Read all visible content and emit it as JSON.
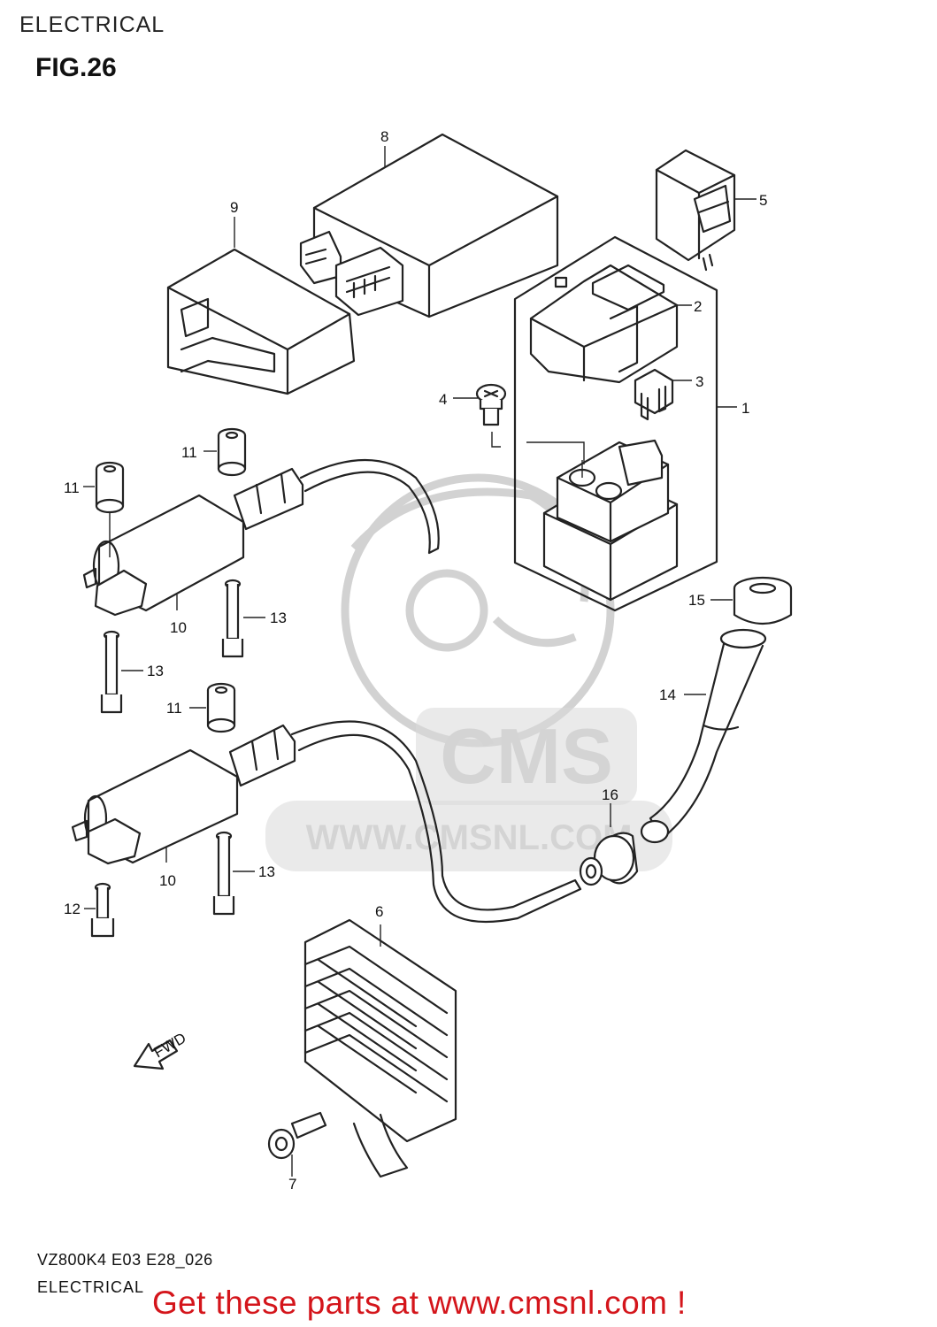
{
  "header": {
    "section": "ELECTRICAL",
    "figure": "FIG.26"
  },
  "callouts": [
    {
      "key": "c1",
      "label": "1"
    },
    {
      "key": "c2",
      "label": "2"
    },
    {
      "key": "c3",
      "label": "3"
    },
    {
      "key": "c4",
      "label": "4"
    },
    {
      "key": "c5",
      "label": "5"
    },
    {
      "key": "c6",
      "label": "6"
    },
    {
      "key": "c7",
      "label": "7"
    },
    {
      "key": "c8",
      "label": "8"
    },
    {
      "key": "c9",
      "label": "9"
    },
    {
      "key": "c10a",
      "label": "10"
    },
    {
      "key": "c10b",
      "label": "10"
    },
    {
      "key": "c11a",
      "label": "11"
    },
    {
      "key": "c11b",
      "label": "11"
    },
    {
      "key": "c11c",
      "label": "11"
    },
    {
      "key": "c12",
      "label": "12"
    },
    {
      "key": "c13a",
      "label": "13"
    },
    {
      "key": "c13b",
      "label": "13"
    },
    {
      "key": "c13c",
      "label": "13"
    },
    {
      "key": "c14",
      "label": "14"
    },
    {
      "key": "c15",
      "label": "15"
    },
    {
      "key": "c16",
      "label": "16"
    }
  ],
  "fwd_label": "FWD",
  "watermark": {
    "brand": "CMS",
    "url": "WWW.CMSNL.COM"
  },
  "footer": {
    "code": "VZ800K4  E03  E28_026",
    "section": "ELECTRICAL"
  },
  "promo": "Get these parts at www.cmsnl.com !"
}
